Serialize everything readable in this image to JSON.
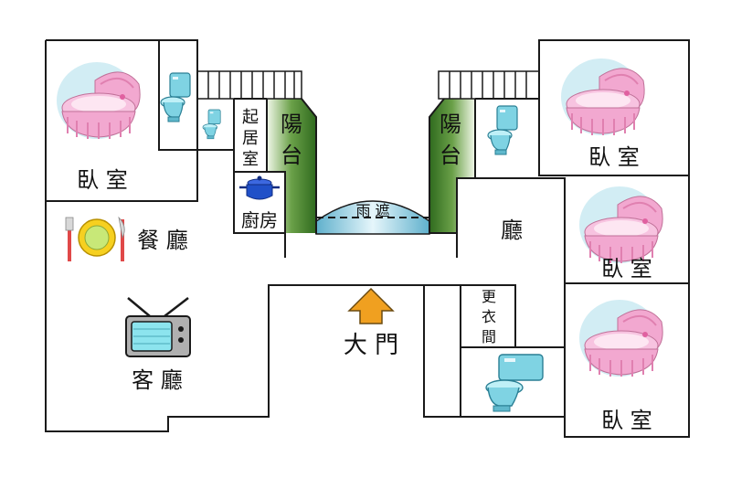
{
  "rooms": {
    "bedroom_top_left": "臥 室",
    "bedroom_top_right": "臥 室",
    "bedroom_mid_right": "臥 室",
    "bedroom_bottom_right": "臥 室",
    "dining": "餐 廳",
    "living": "客 廳",
    "living_room_right": "廳",
    "main_door": "大 門",
    "kitchen": "廚房",
    "family_room": [
      "起",
      "居",
      "室"
    ],
    "balcony_left": [
      "陽",
      "台"
    ],
    "balcony_right": [
      "陽",
      "台"
    ],
    "canopy": "雨 遮",
    "dressing_room": [
      "更",
      "衣",
      "間"
    ]
  },
  "colors": {
    "wall": "#1a1a1a",
    "balcony_green": "#3f7a2a",
    "canopy_blue": "#9ed4e6",
    "door_arrow": "#f0a020",
    "crib_pink": "#f2a8d0",
    "toilet_blue": "#7fd3e3",
    "pot_blue": "#2050c8"
  },
  "icons": {
    "bed": "crib-icon",
    "toilet": "toilet-icon",
    "tv": "tv-icon",
    "dining": "plate-cutlery-icon",
    "kitchen": "pot-icon",
    "door": "up-arrow-icon"
  }
}
